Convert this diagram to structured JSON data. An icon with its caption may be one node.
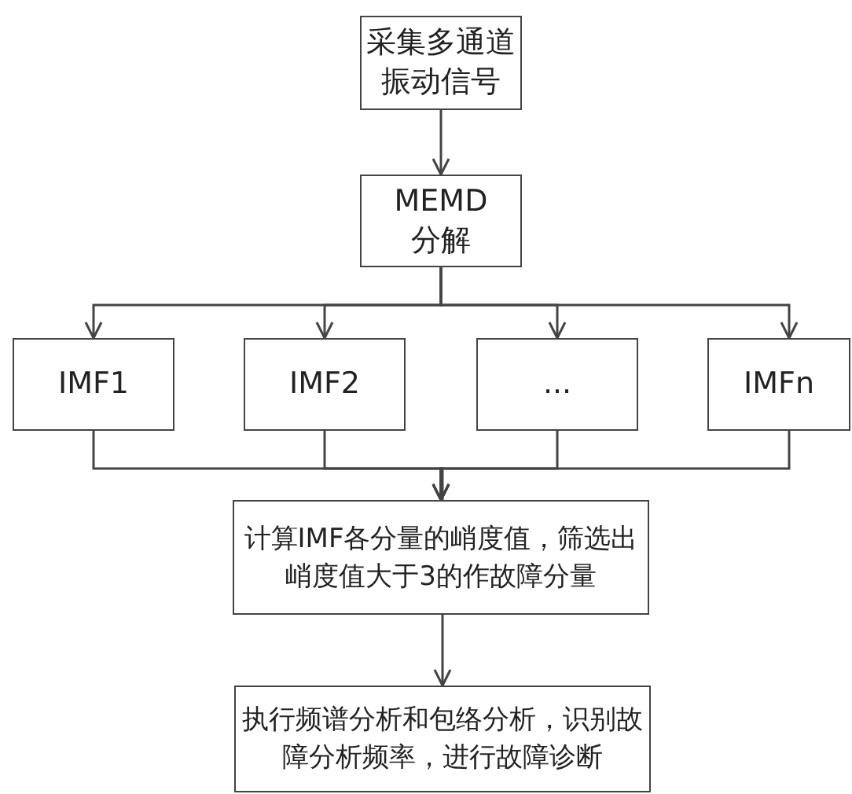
{
  "diagram": {
    "nodes": [
      {
        "text": [
          "采集多通道振动信号"
        ]
      },
      {
        "text": [
          "MEMD 分解"
        ]
      },
      {
        "text": [
          "IMF1"
        ]
      },
      {
        "text": [
          "IMF2"
        ]
      },
      {
        "text": [
          "..."
        ]
      },
      {
        "text": [
          "IMFn"
        ]
      },
      {
        "text": [
          "计算IMF各分量的峭度值，筛选出峭度值大于3的作故障分量"
        ]
      },
      {
        "text": [
          "执行频谱分析和包络分析，识别故障分析频率，进行故障诊断"
        ]
      }
    ],
    "edges": [
      {
        "from": 0,
        "to": 1,
        "arrow": "to"
      },
      {
        "from": 1,
        "to": 2,
        "arrow": "to"
      },
      {
        "from": 1,
        "to": 3,
        "arrow": "to"
      },
      {
        "from": 1,
        "to": 4,
        "arrow": "to"
      },
      {
        "from": 1,
        "to": 5,
        "arrow": "to"
      },
      {
        "from": 2,
        "to": 6,
        "arrow": "to"
      },
      {
        "from": 3,
        "to": 6,
        "arrow": "to"
      },
      {
        "from": 4,
        "to": 6,
        "arrow": "to"
      },
      {
        "from": 5,
        "to": 6,
        "arrow": "to"
      },
      {
        "from": 6,
        "to": 7,
        "arrow": "to"
      }
    ]
  }
}
